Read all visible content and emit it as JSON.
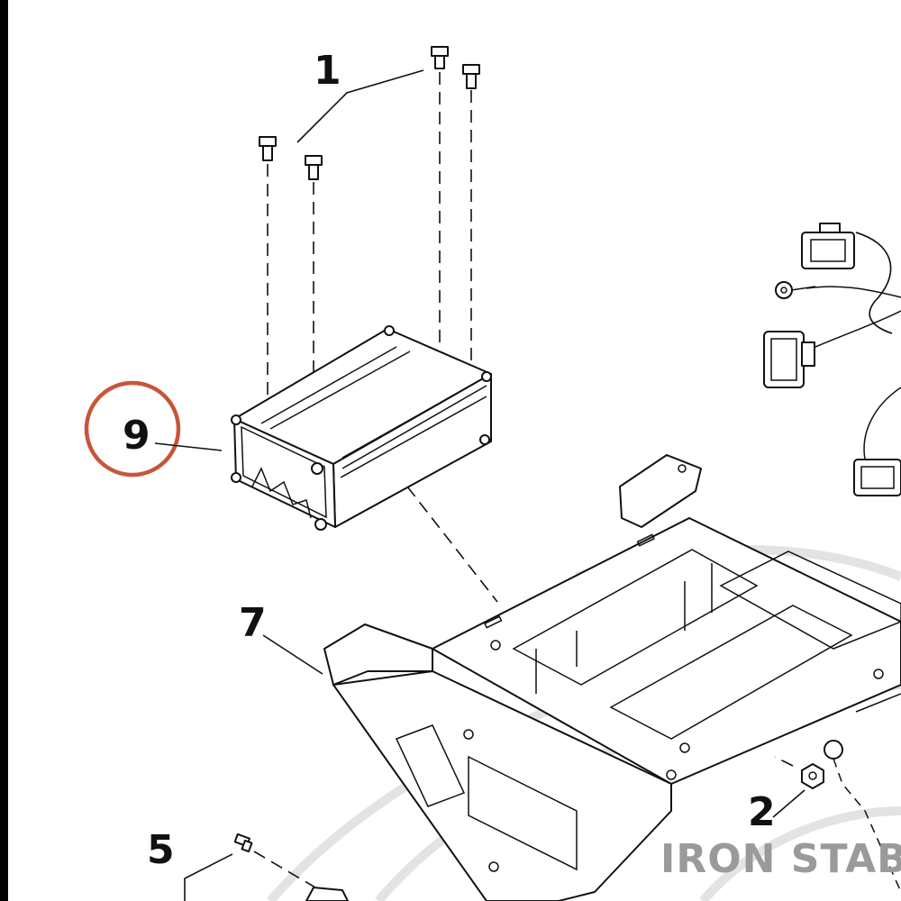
{
  "callouts": {
    "c1": "1",
    "c2": "2",
    "c5": "5",
    "c7": "7",
    "c9": "9"
  },
  "highlight_color": "#c8553a",
  "watermark": "IRON STABLE"
}
